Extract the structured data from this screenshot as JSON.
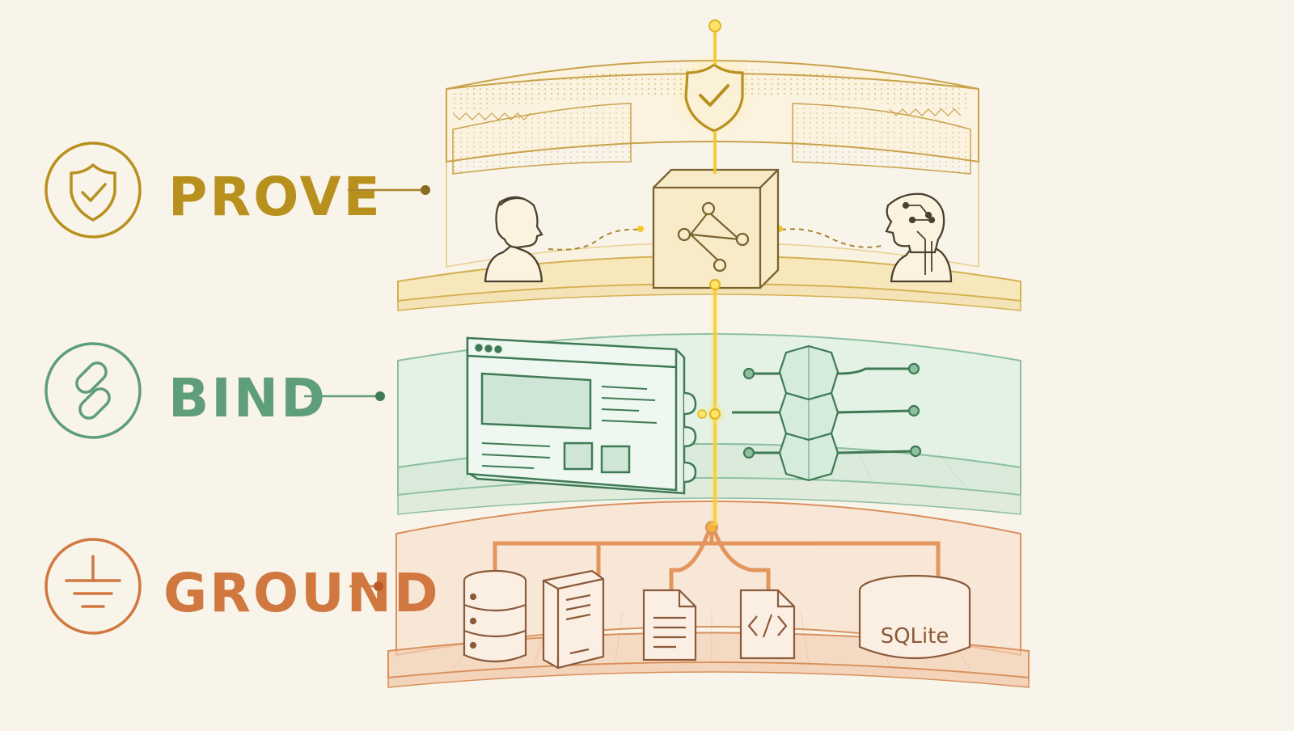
{
  "layers": [
    {
      "id": "prove",
      "label": "PROVE",
      "color": "#b8901e",
      "icon": "shield-check-icon"
    },
    {
      "id": "bind",
      "label": "BIND",
      "color": "#5e9e78",
      "icon": "link-icon"
    },
    {
      "id": "ground",
      "label": "GROUND",
      "color": "#d0783f",
      "icon": "ground-icon"
    }
  ],
  "prove_elements": [
    "person-icon",
    "robot-head-icon",
    "graph-cube-icon",
    "shield-check-icon"
  ],
  "bind_elements": [
    "browser-window-icon",
    "hexagon-stack-icon"
  ],
  "ground_elements": [
    {
      "icon": "database-icon"
    },
    {
      "icon": "server-icon"
    },
    {
      "icon": "document-icon"
    },
    {
      "icon": "code-file-icon"
    },
    {
      "icon": "sqlite-cylinder-icon",
      "text": "SQLite"
    }
  ],
  "colors": {
    "background": "#f9f4ea",
    "spine": "#f2c928",
    "prove": "#b8901e",
    "bind": "#5e9e78",
    "ground": "#d0783f"
  }
}
